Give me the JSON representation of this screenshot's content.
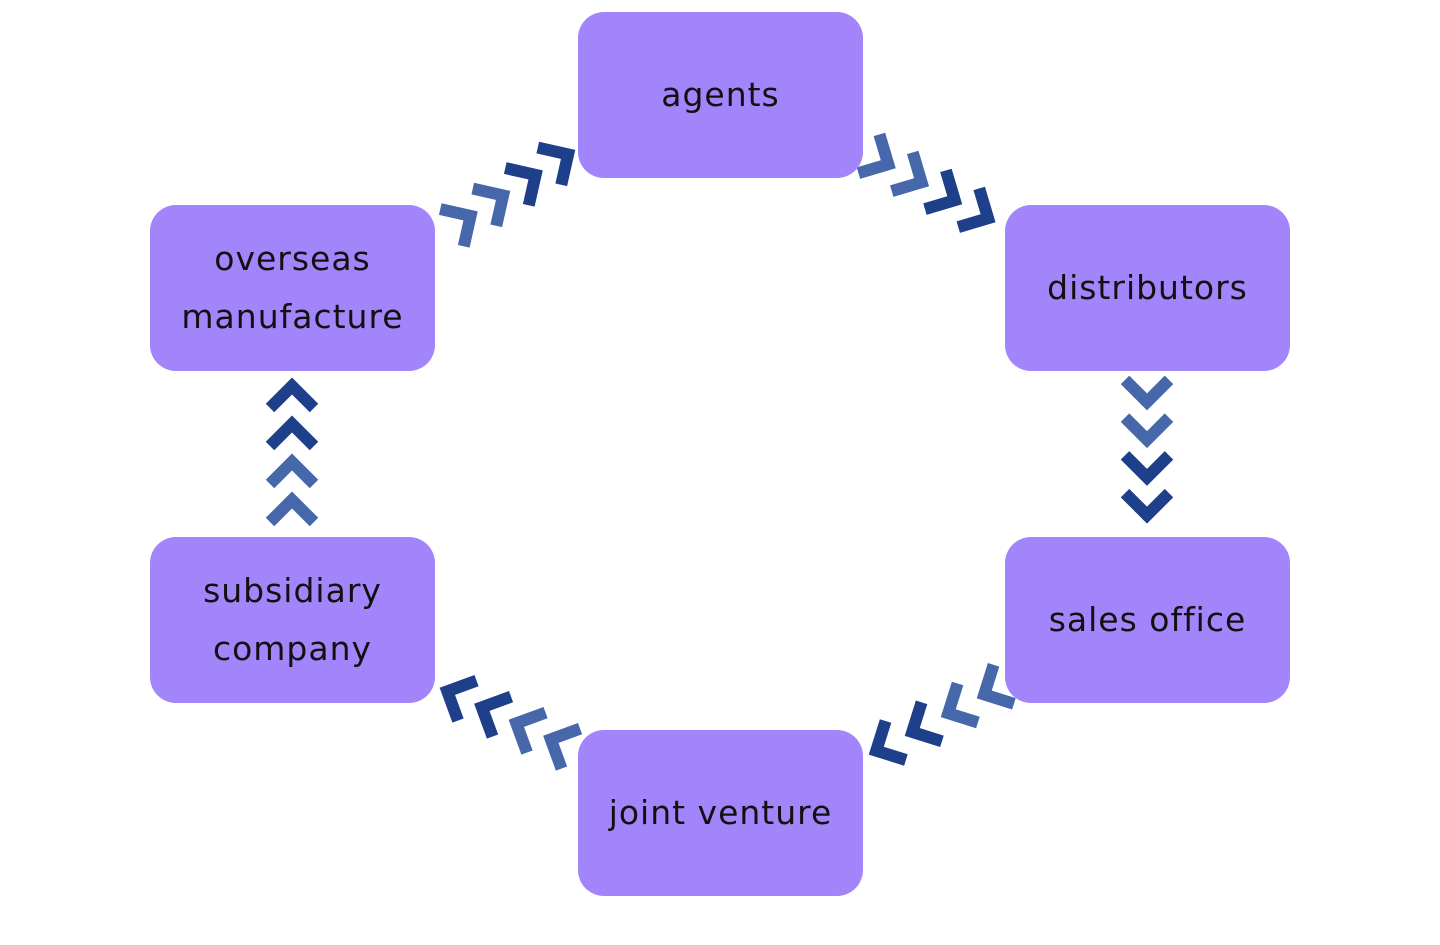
{
  "colors": {
    "node_fill": "#a285fb",
    "chevron_light": "#4668ab",
    "chevron_dark": "#1e3f8a",
    "text": "#111111",
    "background": "#ffffff"
  },
  "nodes": {
    "agents": {
      "lines": [
        "agents"
      ]
    },
    "distributors": {
      "lines": [
        "distributors"
      ]
    },
    "sales_office": {
      "lines": [
        "sales office"
      ]
    },
    "joint_venture": {
      "lines": [
        "joint venture"
      ]
    },
    "subsidiary_company": {
      "lines": [
        "subsidiary",
        "company"
      ]
    },
    "overseas_manufacture": {
      "lines": [
        "overseas",
        "manufacture"
      ]
    }
  },
  "edges": [
    {
      "from": "overseas manufacture",
      "to": "agents",
      "chevrons": 4
    },
    {
      "from": "agents",
      "to": "distributors",
      "chevrons": 4
    },
    {
      "from": "distributors",
      "to": "sales office",
      "chevrons": 4
    },
    {
      "from": "sales office",
      "to": "joint venture",
      "chevrons": 4
    },
    {
      "from": "joint venture",
      "to": "subsidiary company",
      "chevrons": 4
    },
    {
      "from": "subsidiary company",
      "to": "overseas manufacture",
      "chevrons": 4
    }
  ]
}
